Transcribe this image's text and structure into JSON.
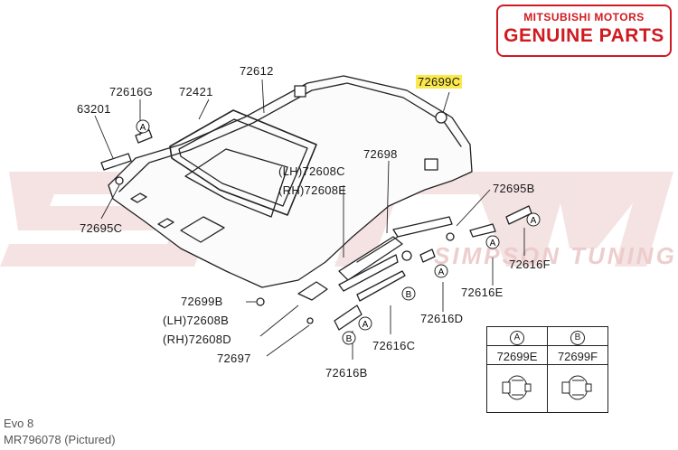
{
  "brand": {
    "line1": "MITSUBISHI MOTORS",
    "line2": "GENUINE PARTS",
    "color": "#d11a20"
  },
  "watermark_text": "STM",
  "watermark_sub": "SIMPSON TUNING INC.",
  "highlight_color": "#fbe84a",
  "part_labels": {
    "p72612": "72612",
    "p72421": "72421",
    "p72616G": "72616G",
    "p63201": "63201",
    "p72699C": "72699C",
    "p72698": "72698",
    "p72608C": "(LH)72608C",
    "p72608E": "(RH)72608E",
    "p72695C": "72695C",
    "p72695B": "72695B",
    "p72616F": "72616F",
    "p72616E": "72616E",
    "p72616D": "72616D",
    "p72699B": "72699B",
    "p72608B": "(LH)72608B",
    "p72608D": "(RH)72608D",
    "p72697": "72697",
    "p72616C": "72616C",
    "p72616B": "72616B"
  },
  "callouts": {
    "a": "A",
    "b": "B"
  },
  "legend": {
    "col_a_key": "A",
    "col_b_key": "B",
    "col_a_part": "72699E",
    "col_b_part": "72699F"
  },
  "caption": {
    "model": "Evo 8",
    "part_number": "MR796078 (Pictured)"
  }
}
